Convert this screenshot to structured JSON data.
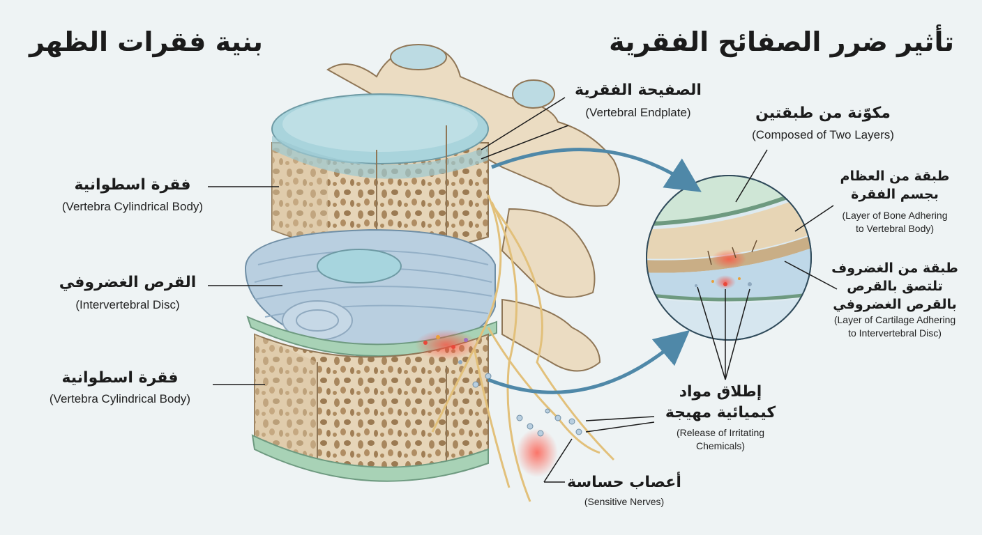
{
  "titles": {
    "left": "بنية فقرات الظهر",
    "right": "تأثير ضرر الصفائح الفقرية"
  },
  "labels": {
    "endplate": {
      "ar": "الصفيحة الفقرية",
      "en": "(Vertebral Endplate)"
    },
    "vertebra_top": {
      "ar": "فقرة اسطوانية",
      "en": "(Vertebra Cylindrical Body)"
    },
    "disc": {
      "ar": "القرص الغضروفي",
      "en": "(Intervertebral Disc)"
    },
    "vertebra_bottom": {
      "ar": "فقرة اسطوانية",
      "en": "(Vertebra Cylindrical Body)"
    },
    "two_layers": {
      "ar": "مكوّنة من طبقتين",
      "en": "(Composed of Two Layers)"
    },
    "bone_layer": {
      "ar1": "طبقة من العظام",
      "ar2": "بجسم الفقرة",
      "en1": "(Layer of Bone Adhering",
      "en2": "to Vertebral Body)"
    },
    "cartilage_layer": {
      "ar1": "طبقة من الغضروف",
      "ar2": "تلتصق بالقرص",
      "ar3": "بالقرص الغضروفي",
      "en1": "(Layer of Cartilage Adhering",
      "en2": "to Intervertebral Disc)"
    },
    "chemicals": {
      "ar1": "إطلاق مواد",
      "ar2": "كيميائية مهيجة",
      "en1": "(Release of Irritating",
      "en2": "Chemicals)"
    },
    "nerves": {
      "ar": "أعصاب حساسة",
      "en": "(Sensitive Nerves)"
    }
  },
  "colors": {
    "background": "#eef3f4",
    "bone": "#e8d8bd",
    "bone_dark": "#c9ae86",
    "endplate": "#a9d4dc",
    "disc": "#b9cfe0",
    "cartilage": "#a8d2b6",
    "nerve": "#e2c07a",
    "arrow": "#4f88a8",
    "inflammation": "#e9473a"
  }
}
